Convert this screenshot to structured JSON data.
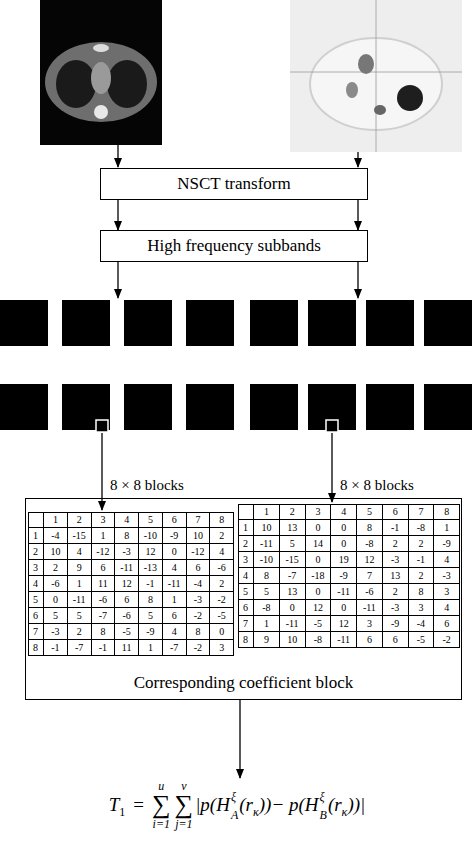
{
  "diagram": {
    "nodes": [
      {
        "text": [
          "NSCT transform"
        ]
      },
      {
        "text": [
          "High frequency subbands"
        ]
      },
      {
        "text": [
          "Corresponding coefficient block"
        ]
      }
    ],
    "edges": [
      {
        "from": 0,
        "to": 1,
        "arrow": "to"
      },
      {
        "from": 0,
        "to": 1,
        "arrow": "to"
      }
    ],
    "labels": [
      "8 × 8 blocks",
      "8 × 8 blocks",
      "1",
      "2",
      "3",
      "4",
      "5",
      "6",
      "7",
      "8",
      "1",
      "-4",
      "-15",
      "1",
      "8",
      "-10",
      "-9",
      "10",
      "2",
      "2",
      "10",
      "4",
      "-12",
      "-3",
      "12",
      "0",
      "-12",
      "4",
      "3",
      "2",
      "9",
      "6",
      "-11",
      "-13",
      "4",
      "6",
      "-6",
      "4",
      "-6",
      "1",
      "11",
      "12",
      "-1",
      "-11",
      "-4",
      "2",
      "5",
      "0",
      "-11",
      "-6",
      "6",
      "8",
      "1",
      "-3",
      "-2",
      "6",
      "5",
      "5",
      "-7",
      "-6",
      "5",
      "6",
      "-2",
      "-5",
      "7",
      "-3",
      "2",
      "8",
      "-5",
      "-9",
      "4",
      "8",
      "0",
      "8",
      "-1",
      "-7",
      "-1",
      "11",
      "1",
      "-7",
      "-2",
      "3",
      "1",
      "2",
      "3",
      "4",
      "5",
      "6",
      "7",
      "8",
      "1",
      "10",
      "13",
      "0",
      "0",
      "8",
      "-1",
      "-8",
      "1",
      "2",
      "-11",
      "5",
      "14",
      "0",
      "-8",
      "2",
      "2",
      "-9",
      "3",
      "-10",
      "-15",
      "0",
      "19",
      "12",
      "-3",
      "-1",
      "4",
      "4",
      "8",
      "-7",
      "-18",
      "-9",
      "7",
      "13",
      "2",
      "-3",
      "5",
      "5",
      "13",
      "0",
      "-11",
      "-6",
      "2",
      "8",
      "3",
      "6",
      "-8",
      "0",
      "12",
      "0",
      "-11",
      "-3",
      "3",
      "4",
      "7",
      "1",
      "-11",
      "-5",
      "12",
      "3",
      "-9",
      "-4",
      "6",
      "8",
      "9",
      "10",
      "-8",
      "-11",
      "6",
      "6",
      "-5",
      "-2",
      "T",
      "1",
      "=",
      "u",
      "∑",
      "i=1",
      "v",
      "∑",
      "j=1",
      "|p(H",
      "ξ",
      "A",
      "(r",
      "κ",
      "))− p(H",
      "ξ",
      "B",
      "(r",
      "κ",
      "))|"
    ]
  }
}
